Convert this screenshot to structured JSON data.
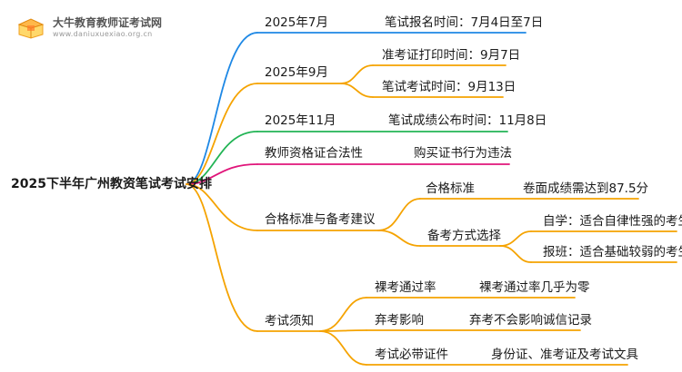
{
  "brand": {
    "name": "大牛教育教师证考试网",
    "url": "www.daniuxuexiao.org.cn"
  },
  "root": "2025下半年广州教资笔试考试安排",
  "colors": {
    "blue": "#1e88e5",
    "orange": "#f5a300",
    "green": "#22b455",
    "magenta": "#e0157a"
  },
  "nodes": {
    "jul": {
      "label": "2025年7月",
      "detail": "笔试报名时间：7月4日至7日"
    },
    "sep": {
      "label": "2025年9月",
      "detail1": "准考证打印时间：9月7日",
      "detail2": "笔试考试时间：9月13日"
    },
    "nov": {
      "label": "2025年11月",
      "detail": "笔试成绩公布时间：11月8日"
    },
    "legal": {
      "label": "教师资格证合法性",
      "detail": "购买证书行为违法"
    },
    "prep": {
      "label": "合格标准与备考建议",
      "standard": "合格标准",
      "standard_detail": "卷面成绩需达到87.5分",
      "method": "备考方式选择",
      "method_self": "自学：适合自律性强的考生",
      "method_class": "报班：适合基础较弱的考生"
    },
    "notes": {
      "label": "考试须知",
      "pass": "裸考通过率",
      "pass_detail": "裸考通过率几乎为零",
      "abandon": "弃考影响",
      "abandon_detail": "弃考不会影响诚信记录",
      "docs": "考试必带证件",
      "docs_detail": "身份证、准考证及考试文具"
    }
  }
}
